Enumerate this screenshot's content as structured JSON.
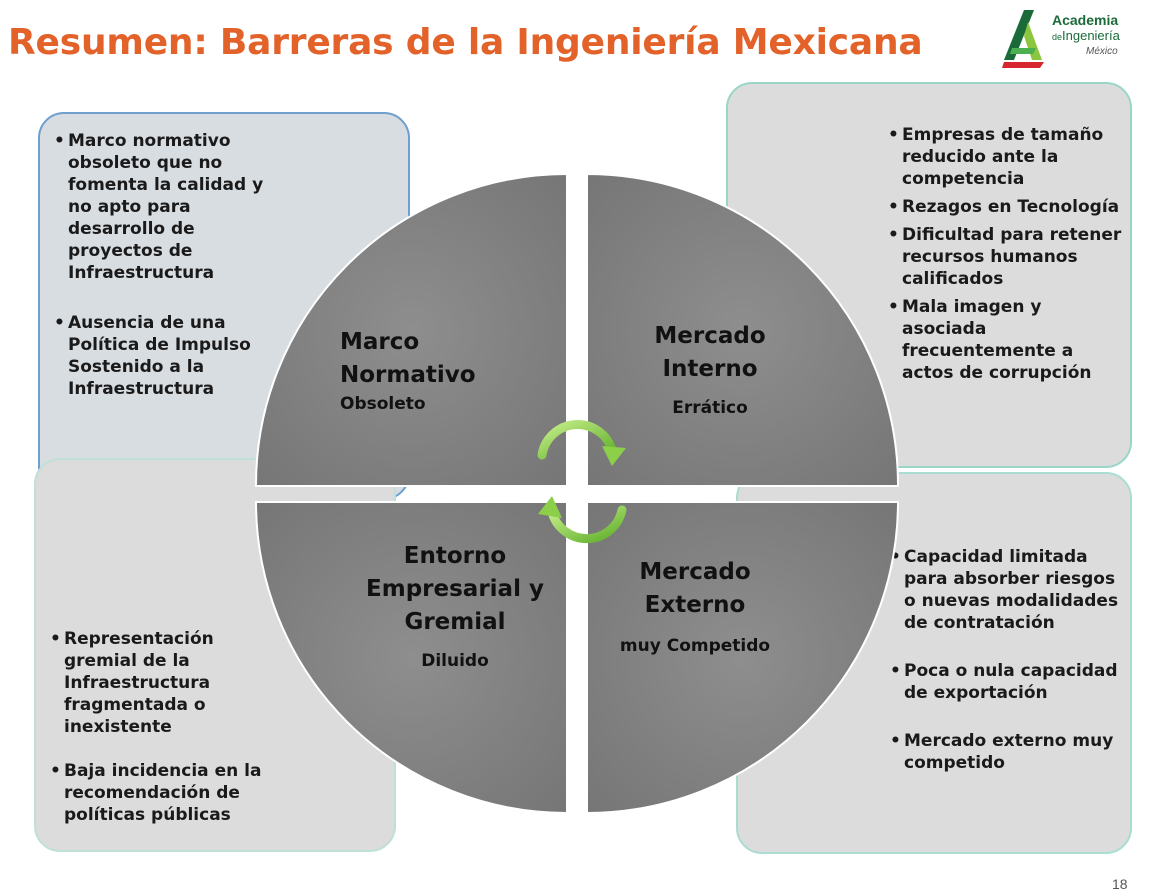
{
  "slide": {
    "title": "Resumen: Barreras de la Ingeniería Mexicana",
    "page_number": "18"
  },
  "logo": {
    "line1": "Academia",
    "line2_prefix": "de",
    "line2_main": "Ingeniería",
    "line3": "México",
    "colors": {
      "green": "#1b6b3a",
      "light_green": "#8cc63f",
      "red": "#d7262d"
    }
  },
  "quadrants": {
    "top_left": {
      "title": "Marco\nNormativo",
      "subtitle": "Obsoleto"
    },
    "top_right": {
      "title": "Mercado\nInterno",
      "subtitle": "Errático"
    },
    "bottom_left": {
      "title": "Entorno\nEmpresarial y\nGremial",
      "subtitle": "Diluido"
    },
    "bottom_right": {
      "title": "Mercado\nExterno",
      "subtitle": "muy Competido"
    }
  },
  "panels": {
    "top_left": [
      "Marco normativo obsoleto que no fomenta la calidad y no apto para desarrollo de proyectos de Infraestructura",
      "Ausencia de una Política de Impulso Sostenido a la Infraestructura"
    ],
    "top_right": [
      "Empresas de tamaño reducido ante la competencia",
      "Rezagos en Tecnología",
      "Dificultad para retener recursos humanos calificados",
      "Mala imagen y asociada frecuentemente a actos de corrupción"
    ],
    "bottom_left": [
      "Representación gremial de la Infraestructura fragmentada o inexistente",
      "Baja incidencia en la recomendación de políticas públicas"
    ],
    "bottom_right": [
      "Capacidad limitada para absorber riesgos o nuevas modalidades de contratación",
      "Poca o nula capacidad de exportación",
      "Mercado externo muy competido"
    ]
  },
  "colors": {
    "title": "#e2622a",
    "quadrant_fill": "#808080",
    "arrow_green": "#8cd04a"
  }
}
